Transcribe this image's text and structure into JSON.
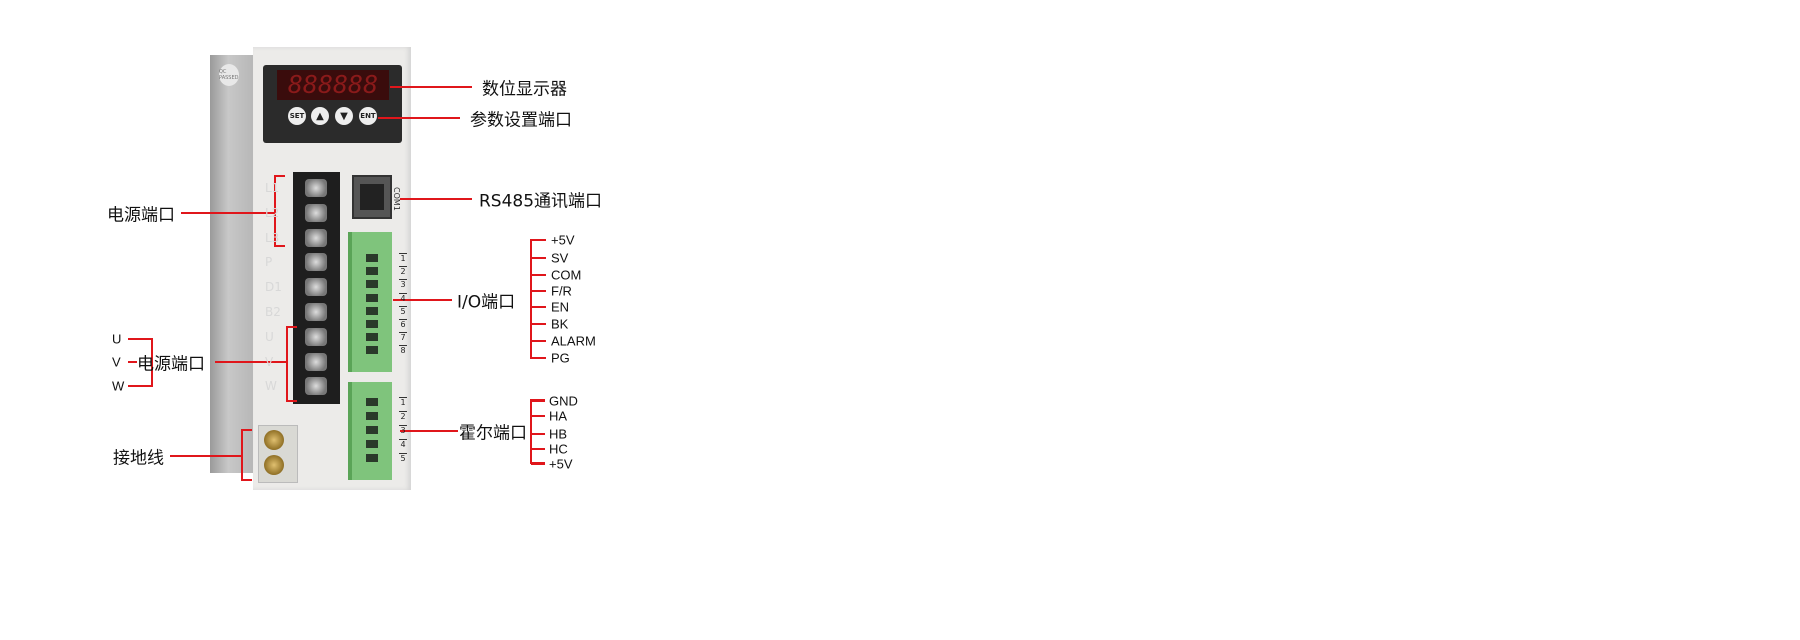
{
  "device": {
    "display_digits": "888888",
    "buttons": [
      "SET",
      "▲",
      "▼",
      "ENT"
    ],
    "port_label": "COM1",
    "cert_badge": "QC PASSED",
    "terminal_labels": [
      "L1",
      "L2",
      "L3",
      "P",
      "D1",
      "B2",
      "U",
      "V",
      "W"
    ],
    "io_pin_numbers": [
      "1",
      "2",
      "3",
      "4",
      "5",
      "6",
      "7",
      "8"
    ],
    "hall_pin_numbers": [
      "1",
      "2",
      "3",
      "4",
      "5"
    ]
  },
  "callouts": {
    "display": "数位显示器",
    "param": "参数设置端口",
    "rs485": "RS485通讯端口",
    "power_top": "电源端口",
    "io": "I/O端口",
    "power_motor": "电源端口",
    "hall": "霍尔端口",
    "ground": "接地线"
  },
  "motor_phases": [
    "U",
    "V",
    "W"
  ],
  "io_signals": [
    "+5V",
    "SV",
    "COM",
    "F/R",
    "EN",
    "BK",
    "ALARM",
    "PG"
  ],
  "hall_signals": [
    "GND",
    "HA",
    "HB",
    "HC",
    "+5V"
  ],
  "colors": {
    "leader_line": "#e0161b"
  }
}
